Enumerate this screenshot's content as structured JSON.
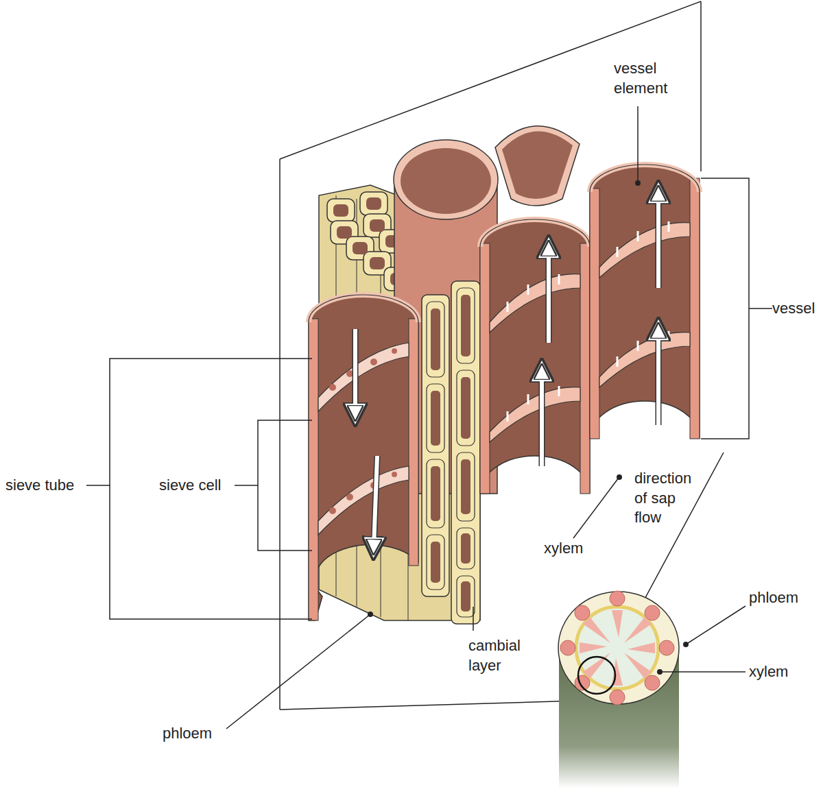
{
  "diagram": {
    "labels": [
      "vessel element",
      "vessel",
      "sieve tube",
      "sieve cell",
      "direction of sap flow",
      "xylem",
      "cambial layer",
      "phloem",
      "phloem",
      "xylem"
    ]
  }
}
